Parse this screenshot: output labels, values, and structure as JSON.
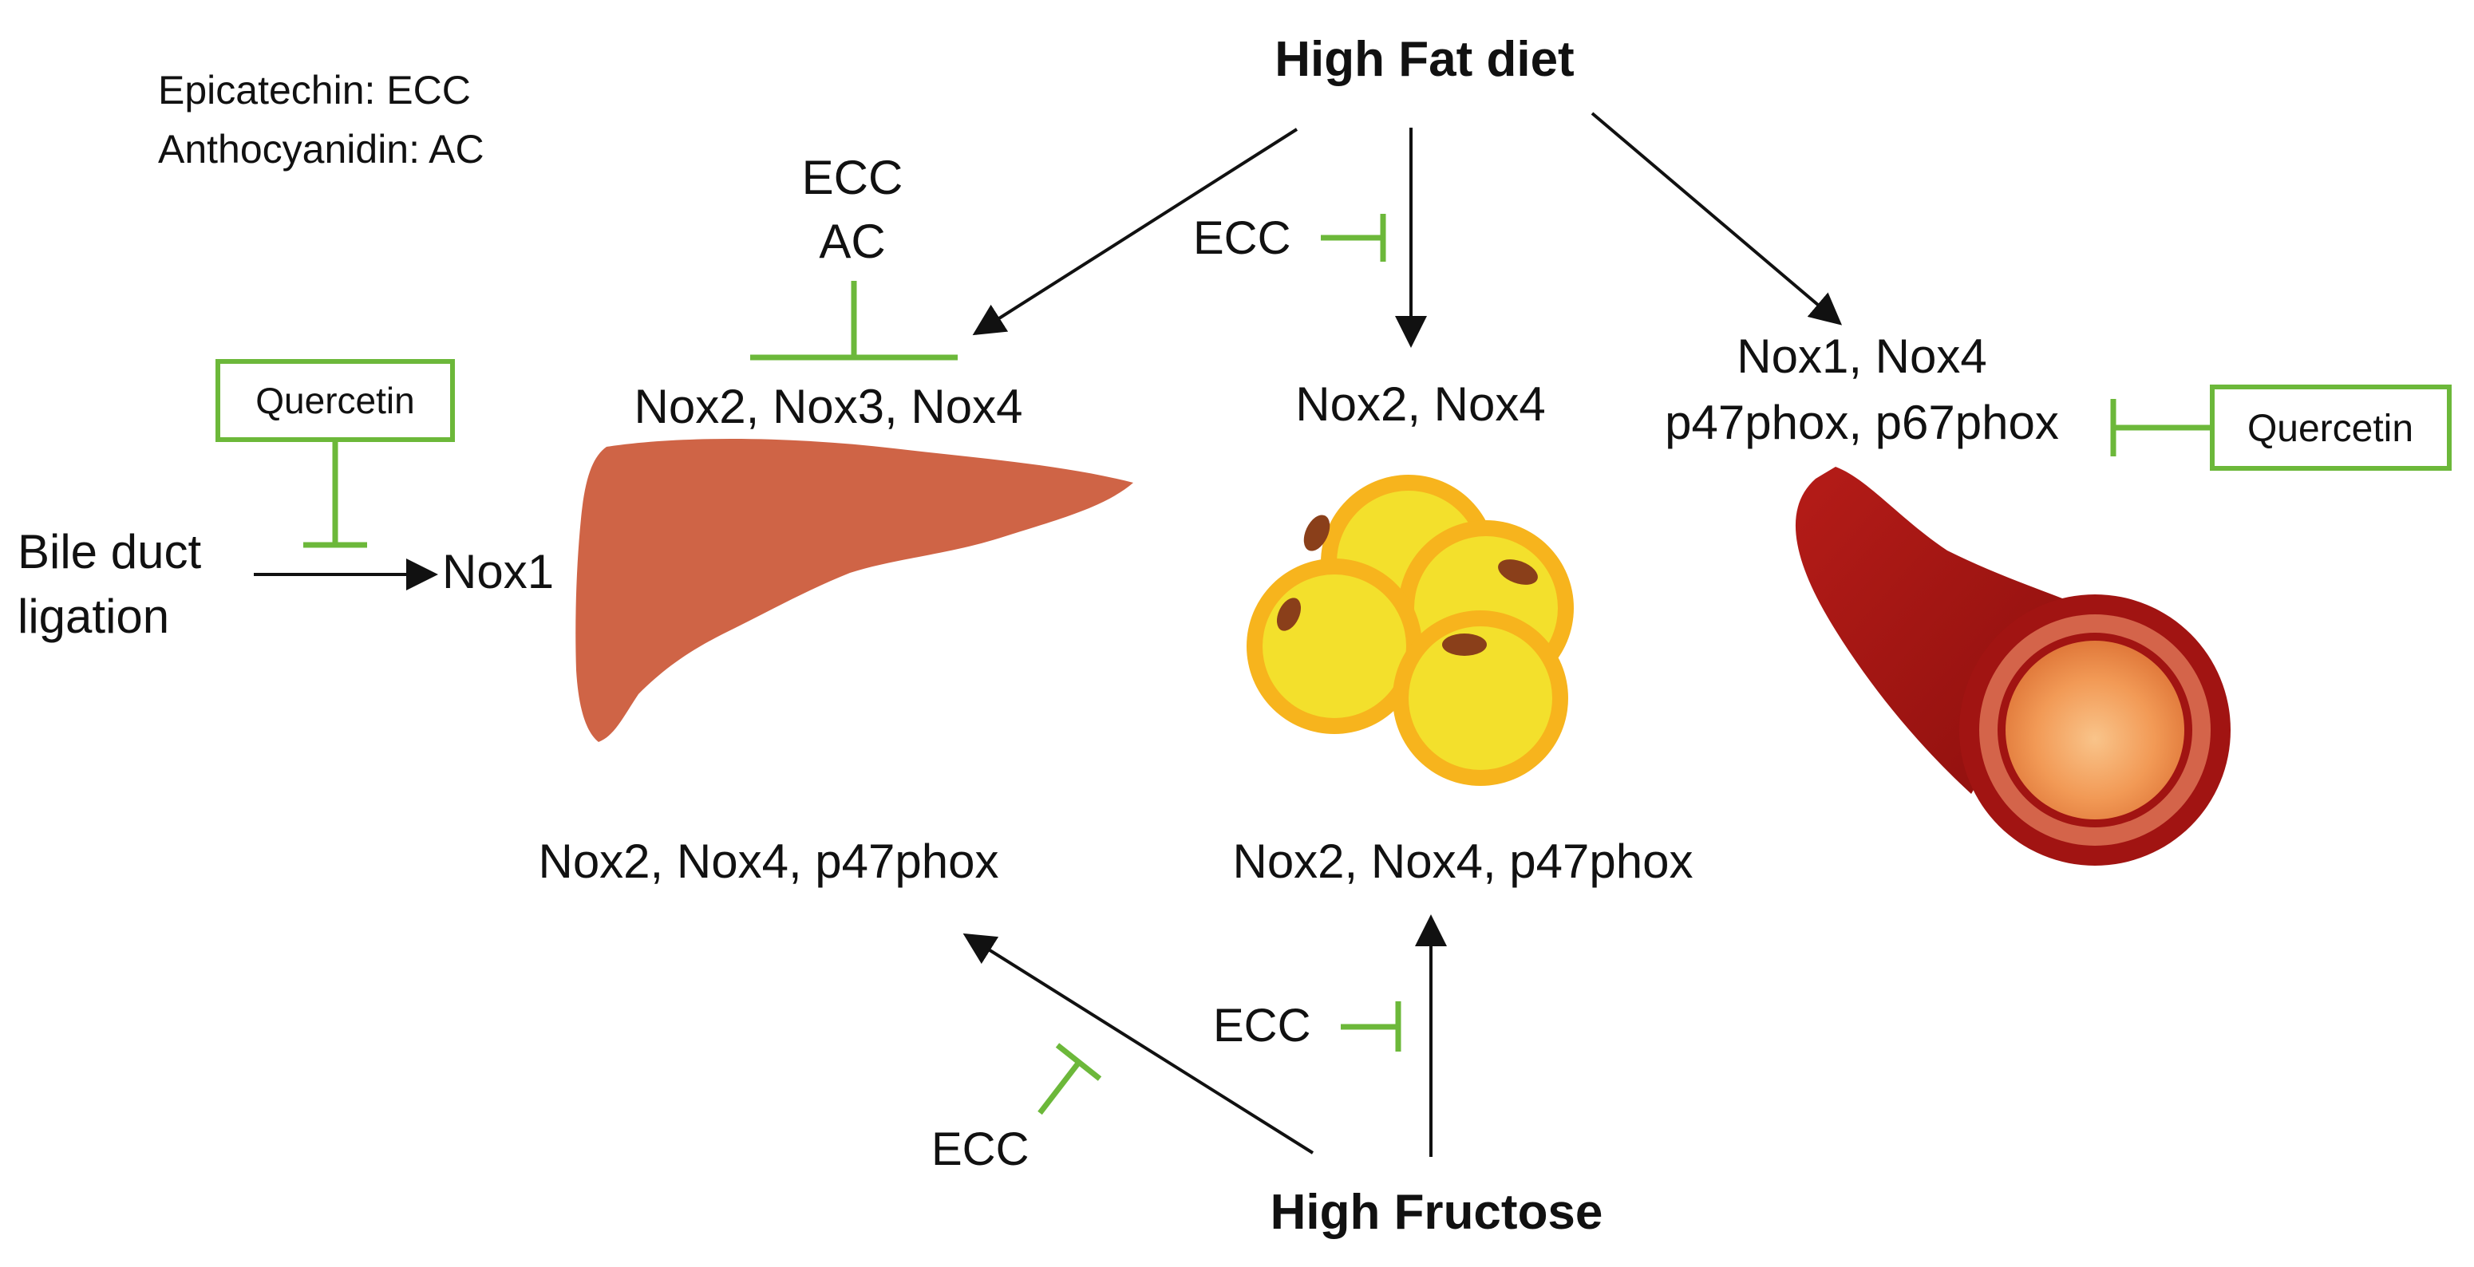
{
  "legend": {
    "epicatechin": "Epicatechin: ECC",
    "anthocyanidin": "Anthocyanidin: AC"
  },
  "stimuli": {
    "high_fat_diet": "High Fat diet",
    "high_fructose": "High Fructose",
    "bile_duct_line1": "Bile duct",
    "bile_duct_line2": "ligation"
  },
  "inhibitors": {
    "ecc": "ECC",
    "ac": "AC",
    "quercetin": "Quercetin"
  },
  "liver": {
    "nox1": "Nox1",
    "hfd_targets": "Nox2, Nox3, Nox4",
    "fructose_targets": "Nox2, Nox4, p47phox"
  },
  "adipose": {
    "hfd_targets": "Nox2, Nox4",
    "fructose_targets": "Nox2, Nox4, p47phox"
  },
  "vessel": {
    "targets_line1": "Nox1, Nox4",
    "targets_line2": "p47phox, p67phox"
  },
  "colors": {
    "inhibition": "#6cb83a",
    "arrow": "#111111",
    "liver": "#cf6446",
    "fat_cell_outer": "#f7b41d",
    "fat_cell_inner": "#f3e02c",
    "nucleus": "#8a3f1a",
    "vessel_dark": "#a11412",
    "vessel_ring": "#d4644a",
    "vessel_lumen": "#ee8d4c"
  },
  "icons": [
    "liver-icon",
    "fat-cells-icon",
    "blood-vessel-icon"
  ]
}
